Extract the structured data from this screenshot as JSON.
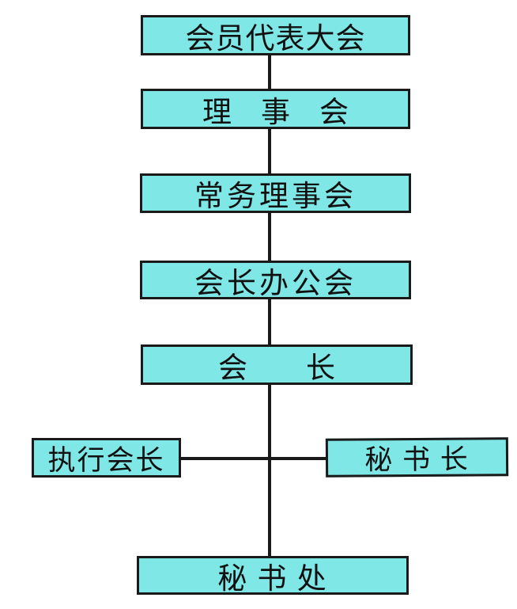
{
  "diagram": {
    "type": "org-chart",
    "orientation": "vertical",
    "colors": {
      "box_fill": "#7fe8e6",
      "box_border": "#1a1a1a",
      "connector": "#1a1a1a",
      "text": "#111111",
      "background": "#ffffff"
    },
    "nodes": [
      {
        "id": "member-congress",
        "label": "会员代表大会"
      },
      {
        "id": "council",
        "label": "理　事　会"
      },
      {
        "id": "standing-council",
        "label": "常务理事会"
      },
      {
        "id": "president-office",
        "label": "会长办公会"
      },
      {
        "id": "president",
        "label": "会　　长"
      },
      {
        "id": "executive-president",
        "label": "执行会长"
      },
      {
        "id": "secretary-general",
        "label": "秘 书 长"
      },
      {
        "id": "secretariat",
        "label": "秘 书 处"
      }
    ],
    "edges": [
      {
        "from": "member-congress",
        "to": "council"
      },
      {
        "from": "council",
        "to": "standing-council"
      },
      {
        "from": "standing-council",
        "to": "president-office"
      },
      {
        "from": "president-office",
        "to": "president"
      },
      {
        "from": "president",
        "to": "executive-president"
      },
      {
        "from": "president",
        "to": "secretary-general"
      },
      {
        "from": "president",
        "to": "secretariat"
      }
    ]
  }
}
